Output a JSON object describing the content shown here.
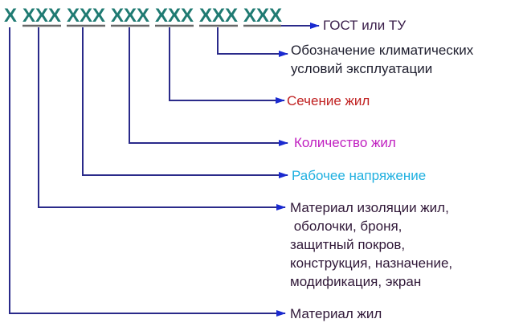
{
  "code": {
    "first": "X",
    "groups": [
      "XXX",
      "XXX",
      "XXX",
      "XXX",
      "XXX",
      "XXX"
    ]
  },
  "labels": {
    "gost": "ГОСТ или ТУ",
    "climate": [
      "Обозначение климатических",
      "условий эксплуатации"
    ],
    "section": "Сечение жил",
    "count": "Количество жил",
    "voltage": "Рабочее напряжение",
    "insulation": [
      "Материал изоляции жил,",
      " оболочки, броня,",
      "защитный покров,",
      "конструкция, назначение,",
      "модификация, экран"
    ],
    "conductor": "Материал жил"
  },
  "colors": {
    "gost": "#3a1e4a",
    "climate": "#1e1e2e",
    "section": "#c02020",
    "count": "#c020c0",
    "voltage": "#20b0e0",
    "insulation": "#301838",
    "conductor": "#301838",
    "arrow": "#1a2ad0"
  }
}
